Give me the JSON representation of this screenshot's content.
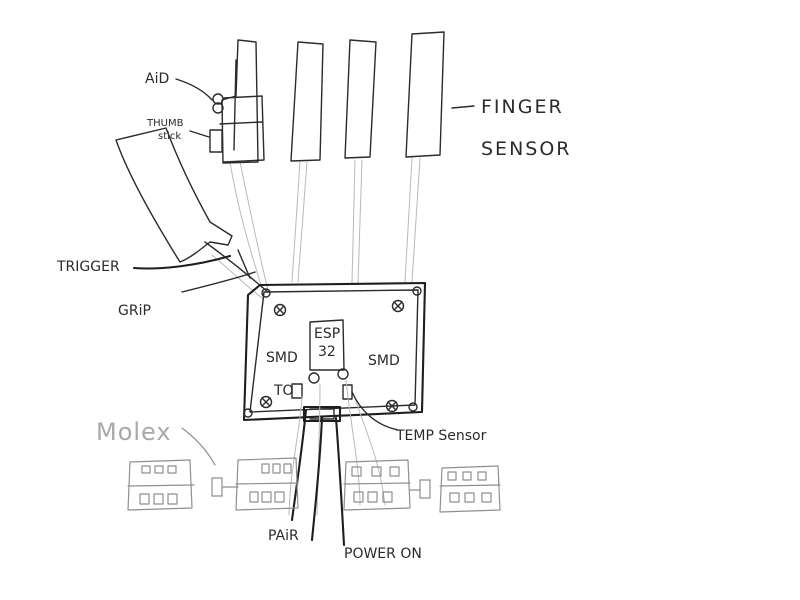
{
  "labels": {
    "aid": "AiD",
    "thumb_stick_line1": "THUMB",
    "thumb_stick_line2": "stick",
    "finger_sensor_line1": "FINGER",
    "finger_sensor_line2": "SENSOR",
    "trigger": "TRIGGER",
    "grip": "GRiP",
    "esp_line1": "ESP",
    "esp_line2": "32",
    "smd_left": "SMD",
    "smd_right": "SMD",
    "to": "TO",
    "temp_sensor": "TEMP Sensor",
    "molex": "Molex",
    "pair": "PAiR",
    "power_on": "POWER ON"
  },
  "colors": {
    "ink": "#2b2b2b",
    "faint_wire": "#b9b9b9",
    "molex_grey": "#8f8f8f",
    "background": "#ffffff"
  }
}
